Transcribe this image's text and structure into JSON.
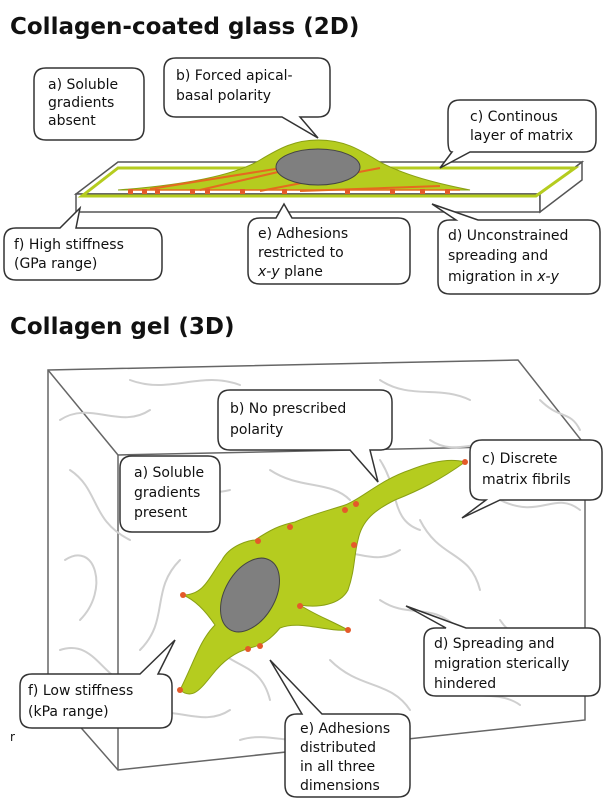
{
  "colors": {
    "cell_fill": "#b5cc1f",
    "nucleus": "#7f7f7f",
    "adhesion": "#e45a2a",
    "fibril": "#cfcfcf",
    "box_edge": "#555555",
    "fiber_line": "#e56a1f"
  },
  "panel_2d": {
    "title": "Collagen-coated glass (2D)",
    "labels": {
      "a": [
        "a) Soluble",
        "gradients",
        "absent"
      ],
      "b": [
        "b) Forced apical-",
        "basal polarity"
      ],
      "c": [
        "c) Continous",
        "layer of matrix"
      ],
      "d": [
        "d) Unconstrained",
        "spreading and",
        "migration in ",
        "x-y"
      ],
      "e": [
        "e) Adhesions",
        "restricted to",
        "x-y",
        " plane"
      ],
      "f": [
        "f) High stiffness",
        "(GPa range)"
      ]
    }
  },
  "panel_3d": {
    "title": "Collagen gel (3D)",
    "labels": {
      "a": [
        "a) Soluble",
        "gradients",
        "present"
      ],
      "b": [
        "b) No prescribed",
        "polarity"
      ],
      "c": [
        "c) Discrete",
        "matrix fibrils"
      ],
      "d": [
        "d) Spreading and",
        "migration sterically",
        "hindered"
      ],
      "e": [
        "e) Adhesions",
        "distributed",
        "in all three",
        "dimensions"
      ],
      "f": [
        "f) Low stiffness",
        "(kPa range)"
      ]
    }
  },
  "stray_mark": "r"
}
